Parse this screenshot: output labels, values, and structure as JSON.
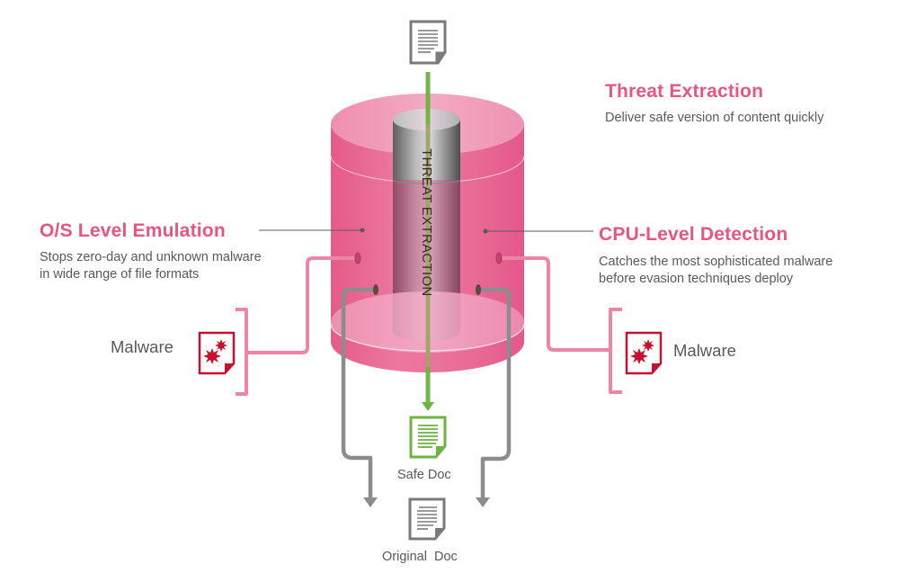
{
  "colors": {
    "brand_pink": "#e8557f",
    "cylinder_pink": "#e9658f",
    "connector_pink": "#ec86a6",
    "malware_red": "#c8102e",
    "safe_green": "#6cb33f",
    "gray_arrow": "#8c8c8c",
    "text_gray": "#595959"
  },
  "features": {
    "threat_extraction": {
      "title": "Threat Extraction",
      "description": "Deliver safe version of content quickly"
    },
    "os_emulation": {
      "title": "O/S Level Emulation",
      "description_lines": [
        "Stops zero-day and unknown malware",
        "in wide range of file formats"
      ]
    },
    "cpu_detection": {
      "title": "CPU-Level Detection",
      "description_lines": [
        "Catches the most sophisticated malware",
        "before evasion techniques deploy"
      ]
    }
  },
  "cylinder": {
    "inner_tube_label": "THREAT EXTRACTION"
  },
  "inputs": {
    "left_malware_label": "Malware",
    "right_malware_label": "Malware",
    "top_document_icon": "document-icon"
  },
  "outputs": {
    "safe_doc_label": "Safe Doc",
    "original_doc_label": "Original  Doc"
  },
  "icons": {
    "document": "document-icon",
    "malware": "malware-document-icon",
    "safe_document": "safe-document-icon"
  }
}
